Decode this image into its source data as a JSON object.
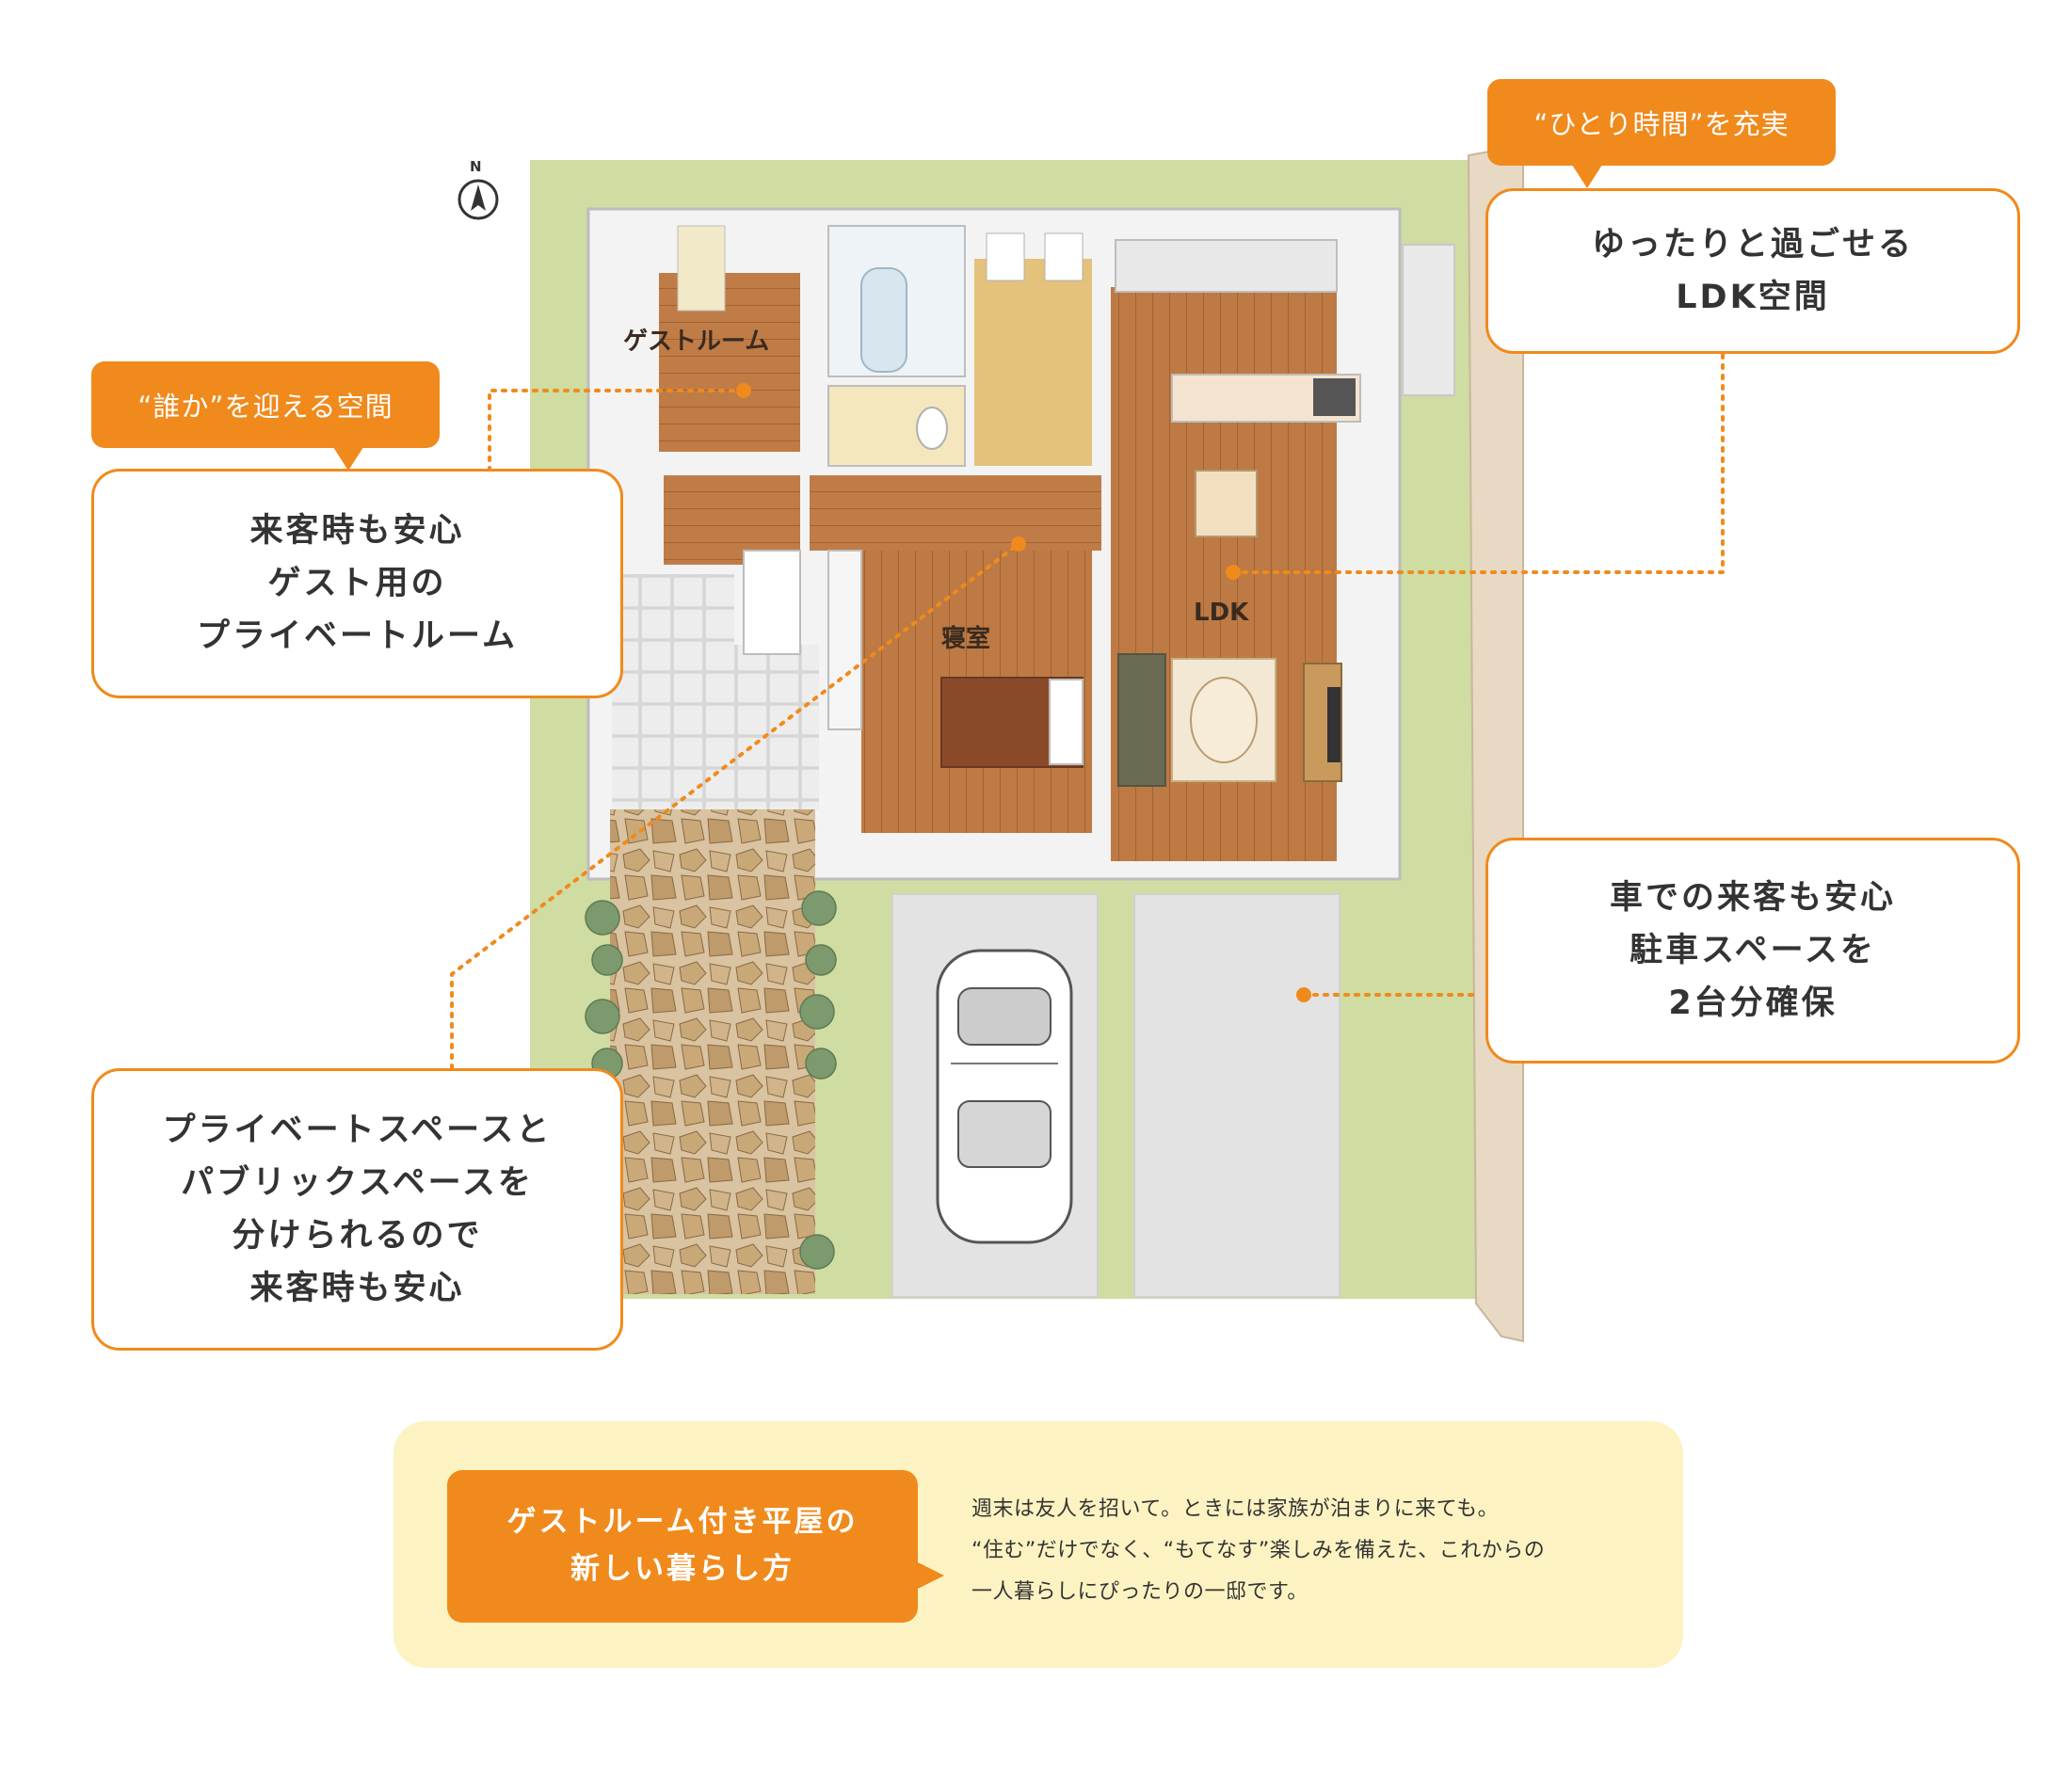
{
  "compass": {
    "label": "N"
  },
  "rooms": {
    "guest_room": "ゲストルーム",
    "bedroom": "寝室",
    "ldk": "LDK"
  },
  "callouts": {
    "top_right": {
      "tag": "“ひとり時間”を充実",
      "lines": [
        "ゆったりと過ごせる",
        "LDK空間"
      ]
    },
    "top_left": {
      "tag": "“誰か”を迎える空間",
      "lines": [
        "来客時も安心",
        "ゲスト用の",
        "プライベートルーム"
      ]
    },
    "mid_right": {
      "lines": [
        "車での来客も安心",
        "駐車スペースを",
        "2台分確保"
      ]
    },
    "bottom_left": {
      "lines": [
        "プライベートスペースと",
        "パブリックスペースを",
        "分けられるので",
        "来客時も安心"
      ]
    }
  },
  "info": {
    "title_lines": [
      "ゲストルーム付き平屋の",
      "新しい暮らし方"
    ],
    "body_lines": [
      "週末は友人を招いて。ときには家族が泊まりに来ても。",
      "“住む”だけでなく、“もてなす”楽しみを備えた、これからの",
      "一人暮らしにぴったりの一邸です。"
    ]
  },
  "colors": {
    "accent": "#f08a1c",
    "lawn": "#cfdca2",
    "floor_wood": "#b8703a",
    "panel": "#fdf3c2"
  }
}
